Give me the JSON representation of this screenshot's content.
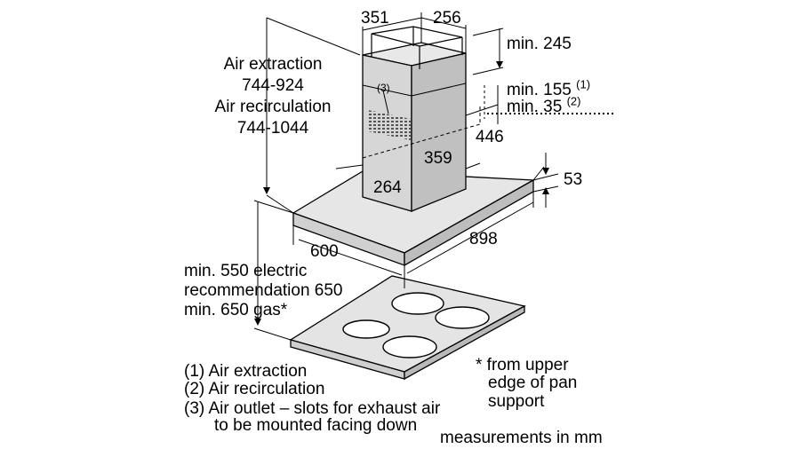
{
  "dims": {
    "width_351": "351",
    "depth_256": "256",
    "min_245": "min. 245",
    "min_155": "min. 155",
    "note_1": "(1)",
    "min_35": "min. 35",
    "note_2": "(2)",
    "d446": "446",
    "d359": "359",
    "d264": "264",
    "d53": "53",
    "d600": "600",
    "d898": "898",
    "outlet_marker": "(3)"
  },
  "height_labels": {
    "air_extraction": "Air extraction",
    "air_extraction_range": "744-924",
    "air_recirculation": "Air recirculation",
    "air_recirculation_range": "744-1044"
  },
  "clearance": {
    "line1": "min. 550 electric",
    "line2": "recommendation 650",
    "line3": "min. 650 gas*"
  },
  "legend": {
    "item1": "(1)  Air extraction",
    "item2": "(2)  Air recirculation",
    "item3_line1": "(3)  Air outlet – slots for exhaust air",
    "item3_line2": "to be mounted facing down"
  },
  "footnote": {
    "line1": "* from upper",
    "line2": "edge of pan",
    "line3": "support"
  },
  "units_note": "measurements in mm"
}
